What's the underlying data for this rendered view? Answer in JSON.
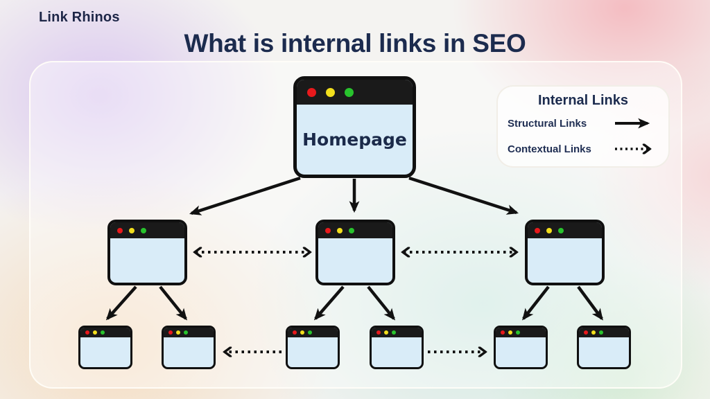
{
  "brand": "Link Rhinos",
  "title": "What is internal links in SEO",
  "legend": {
    "title": "Internal Links",
    "structural_label": "Structural Links",
    "contextual_label": "Contextual Links"
  },
  "diagram": {
    "homepage_label": "Homepage",
    "nodes": [
      {
        "id": "homepage",
        "label": "Homepage",
        "level": 0
      },
      {
        "id": "category-1",
        "label": "",
        "level": 1
      },
      {
        "id": "category-2",
        "label": "",
        "level": 1
      },
      {
        "id": "category-3",
        "label": "",
        "level": 1
      },
      {
        "id": "page-1",
        "label": "",
        "level": 2
      },
      {
        "id": "page-2",
        "label": "",
        "level": 2
      },
      {
        "id": "page-3",
        "label": "",
        "level": 2
      },
      {
        "id": "page-4",
        "label": "",
        "level": 2
      },
      {
        "id": "page-5",
        "label": "",
        "level": 2
      },
      {
        "id": "page-6",
        "label": "",
        "level": 2
      }
    ],
    "edges": [
      {
        "from": "homepage",
        "to": "category-1",
        "type": "structural"
      },
      {
        "from": "homepage",
        "to": "category-2",
        "type": "structural"
      },
      {
        "from": "homepage",
        "to": "category-3",
        "type": "structural"
      },
      {
        "from": "category-1",
        "to": "page-1",
        "type": "structural"
      },
      {
        "from": "category-1",
        "to": "page-2",
        "type": "structural"
      },
      {
        "from": "category-2",
        "to": "page-3",
        "type": "structural"
      },
      {
        "from": "category-2",
        "to": "page-4",
        "type": "structural"
      },
      {
        "from": "category-3",
        "to": "page-5",
        "type": "structural"
      },
      {
        "from": "category-3",
        "to": "page-6",
        "type": "structural"
      },
      {
        "from": "category-1",
        "to": "category-2",
        "type": "contextual",
        "bidirectional": true
      },
      {
        "from": "category-2",
        "to": "category-3",
        "type": "contextual",
        "bidirectional": true
      },
      {
        "from": "page-3",
        "to": "page-2",
        "type": "contextual",
        "bidirectional": false
      },
      {
        "from": "page-4",
        "to": "page-5",
        "type": "contextual",
        "bidirectional": false
      }
    ]
  },
  "colors": {
    "navy_text": "#1c2b4e",
    "window_chrome": "#1a1a1a",
    "window_body": "#d9ecf8",
    "dot_red": "#e8191c",
    "dot_yellow": "#f2df1d",
    "dot_green": "#28c32d",
    "arrow": "#111111"
  }
}
